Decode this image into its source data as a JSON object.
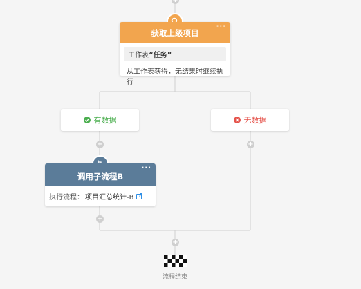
{
  "fetch_node": {
    "title": "获取上级项目",
    "more": "···",
    "sheet_prefix": "工作表",
    "sheet_name": "“任务”",
    "description": "从工作表获得，无结果时继续执行",
    "badge_icon": "search-icon",
    "color": "#f2a54e"
  },
  "branches": {
    "yes_label": "有数据",
    "yes_icon": "check-circle-icon",
    "yes_color": "#4caf50",
    "no_label": "无数据",
    "no_icon": "x-circle-icon",
    "no_color": "#e5534b"
  },
  "subflow_node": {
    "title": "调用子流程B",
    "more": "···",
    "exec_label": "执行流程：",
    "flow_name": "项目汇总统计-B",
    "badge_icon": "subflow-icon",
    "link_icon": "external-link-icon",
    "color": "#5b7c99"
  },
  "plus_label": "+",
  "end": {
    "label": "流程结束",
    "icon": "checkered-flag-icon"
  }
}
